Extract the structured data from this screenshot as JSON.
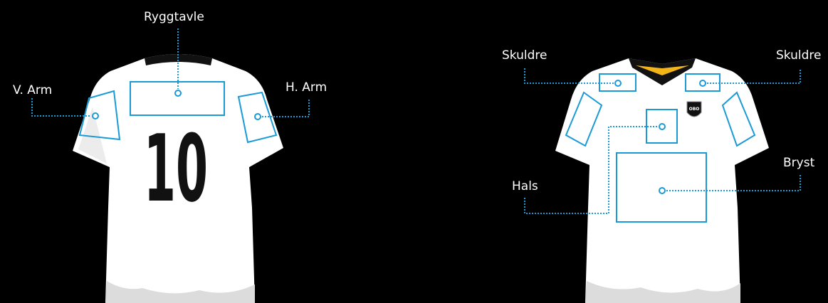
{
  "back_view": {
    "number": "10",
    "labels": {
      "back_panel": "Ryggtavle",
      "left_arm": "V. Arm",
      "right_arm": "H. Arm"
    }
  },
  "front_view": {
    "crest_text": "OBO",
    "labels": {
      "shoulder_left": "Skuldre",
      "shoulder_right": "Skuldre",
      "neck": "Hals",
      "chest": "Bryst"
    }
  },
  "colors": {
    "background": "#000000",
    "shirt": "#ffffff",
    "shade": "#e4e4e4",
    "marker": "#1a9ad6",
    "collar": "#111111",
    "collar_trim": "#f2b418",
    "number": "#111111"
  }
}
